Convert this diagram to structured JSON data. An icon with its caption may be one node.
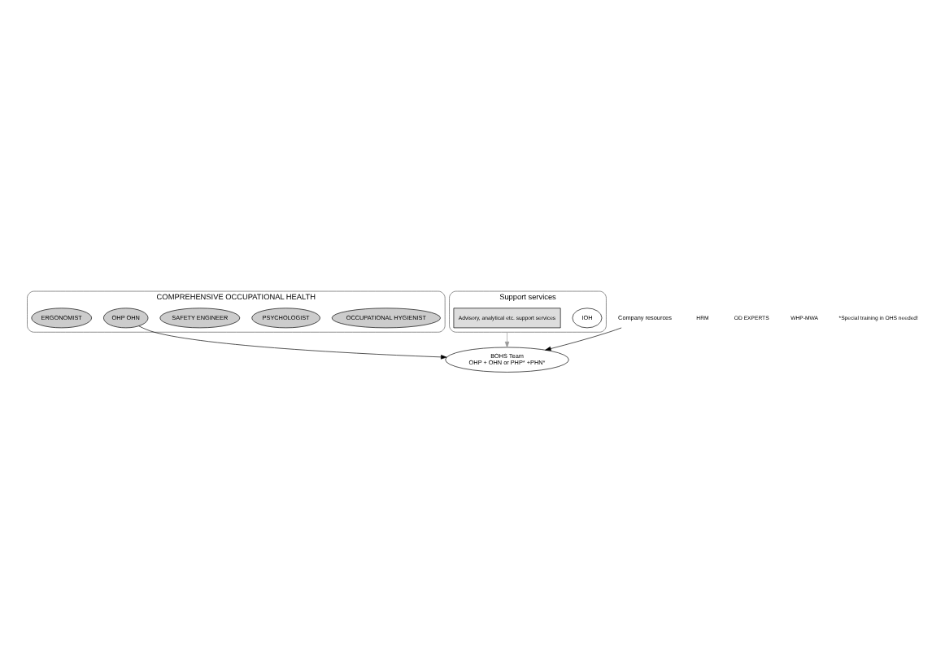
{
  "diagram": {
    "nodes": [
      {
        "text": [
          "COMPREHENSIVE OCCUPATIONAL HEALTH"
        ]
      },
      {
        "text": [
          "OCCUPATIONAL HYGIENIST"
        ],
        "in": 0
      },
      {
        "text": [
          "PSYCHOLOGIST"
        ],
        "in": 0
      },
      {
        "text": [
          "SAFETY ENGINEER"
        ],
        "in": 0
      },
      {
        "text": [
          "OHP OHN"
        ],
        "in": 0
      },
      {
        "text": [
          "ERGONOMIST"
        ],
        "in": 0
      },
      {
        "text": [
          "Support services"
        ]
      },
      {
        "text": [
          "IOH"
        ],
        "in": 6
      },
      {
        "text": [
          "Advisory, analytical etc. support services"
        ],
        "in": 6
      },
      {
        "text": [
          "BOHS Team",
          "OHP + OHN or PHP* +PHN*"
        ]
      },
      {
        "text": [
          "Company resources"
        ]
      }
    ],
    "edges": [
      {
        "from": 4,
        "to": 9,
        "arrow": "to"
      },
      {
        "from": 6,
        "to": 9,
        "arrow": "to",
        "color": "#999999"
      },
      {
        "from": 10,
        "to": 9,
        "arrow": "to"
      }
    ],
    "labels": [
      "HRM",
      "OD EXPERTS",
      "WHP-MWA",
      "*Special training in OHS needed!"
    ]
  }
}
